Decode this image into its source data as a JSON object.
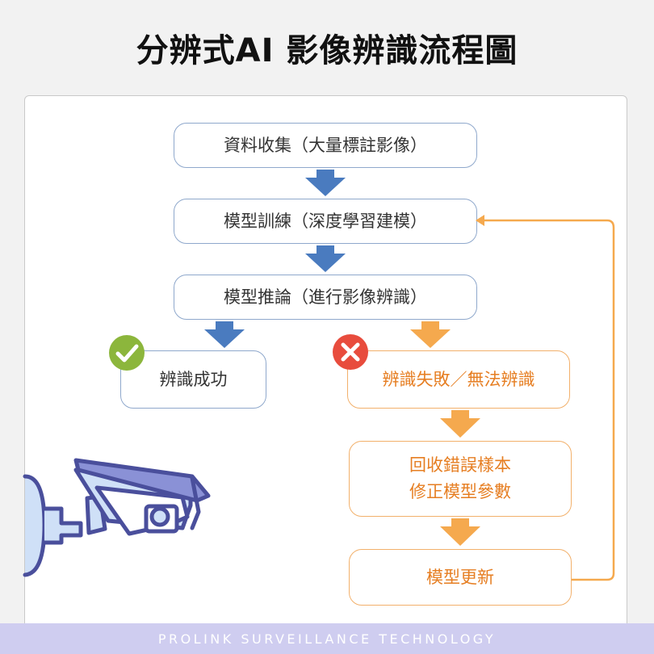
{
  "title": "分辨式AI 影像辨識流程圖",
  "steps": {
    "collect": "資料收集（大量標註影像）",
    "train": "模型訓練（深度學習建模）",
    "infer": "模型推論（進行影像辨識）",
    "success": "辨識成功",
    "fail": "辨識失敗／無法辨識",
    "correct_line1": "回收錯誤樣本",
    "correct_line2": "修正模型參數",
    "update": "模型更新"
  },
  "icons": {
    "success": "check-circle-icon",
    "fail": "x-circle-icon",
    "camera": "security-camera-icon"
  },
  "colors": {
    "blue_arrow": "#4a7bbf",
    "orange_arrow": "#f5a94e",
    "success_green": "#8cb63c",
    "fail_red": "#e84c3d",
    "camera_outline": "#4a4f9c",
    "camera_fill": "#cfe0f7"
  },
  "footer": "PROLINK SURVEILLANCE TECHNOLOGY"
}
